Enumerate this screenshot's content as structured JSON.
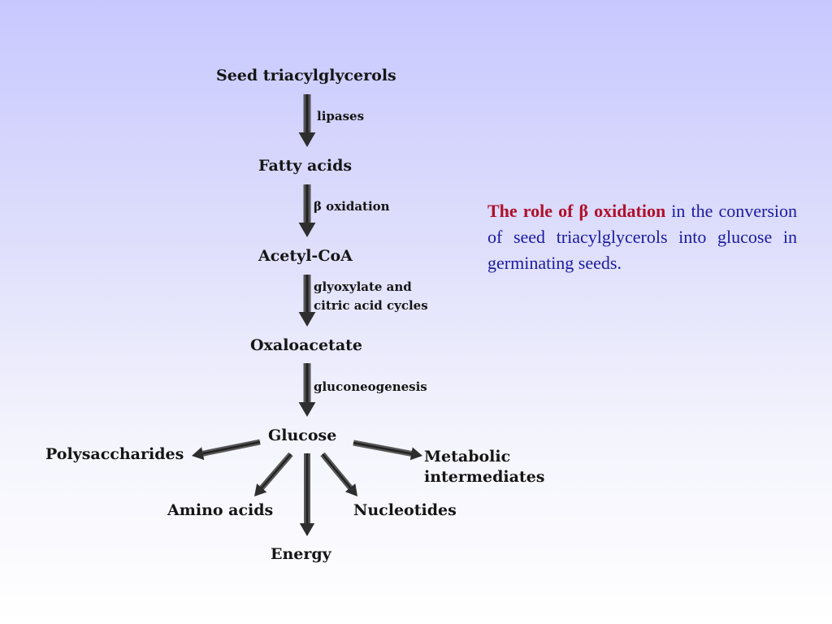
{
  "diagram": {
    "nodes": {
      "seed": "Seed triacylglycerols",
      "fatty": "Fatty acids",
      "acetyl": "Acetyl-CoA",
      "oxalo": "Oxaloacetate",
      "glucose": "Glucose",
      "poly": "Polysaccharides",
      "metabolic": "Metabolic\nintermediates",
      "amino": "Amino acids",
      "nucleo": "Nucleotides",
      "energy": "Energy"
    },
    "steps": {
      "lipases": "lipases",
      "beta": "β oxidation",
      "cycles": "glyoxylate and\ncitric acid cycles",
      "gluconeo": "gluconeogenesis"
    },
    "arrow_color": "#4a4a4a"
  },
  "caption": {
    "highlight": "The role of β oxidation",
    "rest": " in the conversion of seed triacylglycerols into glucose in germinating seeds.",
    "highlight_color": "#b0102a",
    "text_color": "#1a1aa0"
  }
}
